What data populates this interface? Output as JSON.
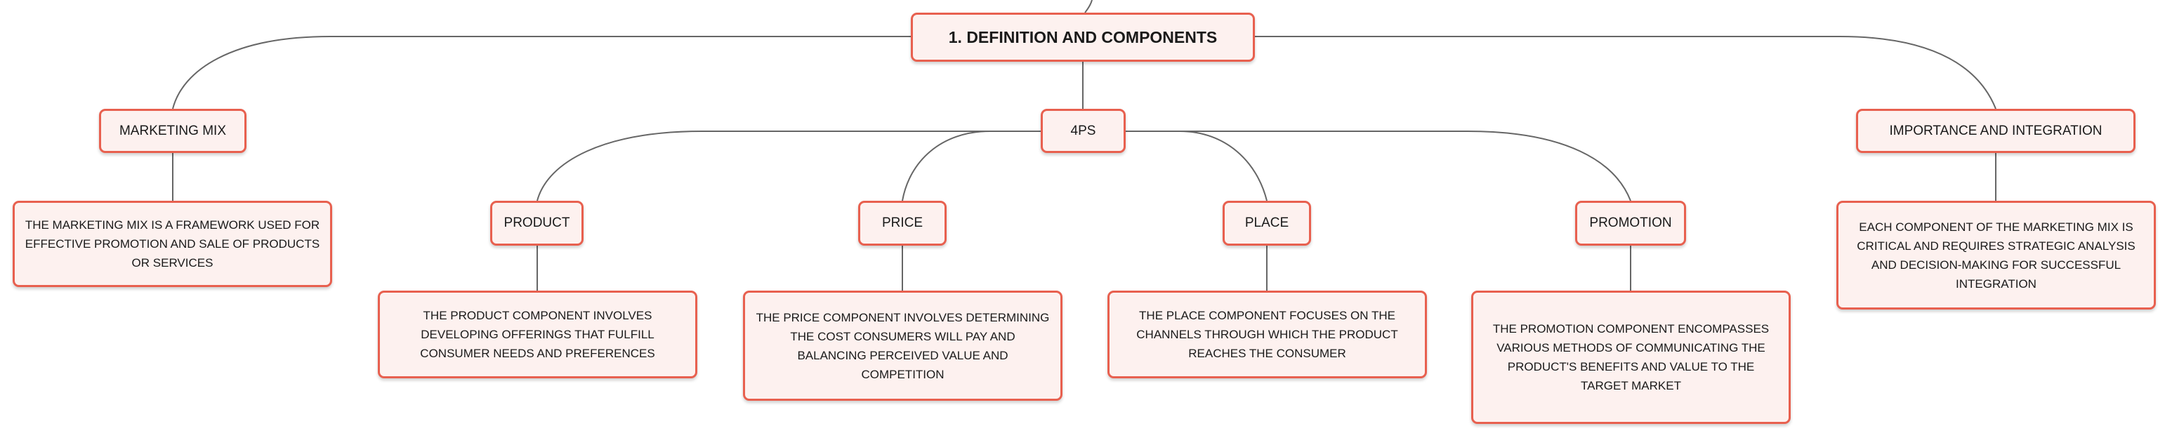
{
  "root": {
    "title": "1. DEFINITION AND COMPONENTS"
  },
  "branches": {
    "marketing_mix": {
      "label": "MARKETING MIX",
      "description": "THE MARKETING MIX IS A FRAMEWORK USED FOR EFFECTIVE PROMOTION AND SALE OF PRODUCTS OR SERVICES"
    },
    "four_ps": {
      "label": "4PS",
      "children": [
        {
          "label": "PRODUCT",
          "description": "THE PRODUCT COMPONENT INVOLVES DEVELOPING OFFERINGS THAT FULFILL CONSUMER NEEDS AND PREFERENCES"
        },
        {
          "label": "PRICE",
          "description": "THE PRICE COMPONENT INVOLVES DETERMINING THE COST CONSUMERS WILL PAY AND BALANCING PERCEIVED VALUE AND COMPETITION"
        },
        {
          "label": "PLACE",
          "description": "THE PLACE COMPONENT FOCUSES ON THE CHANNELS THROUGH WHICH THE PRODUCT REACHES THE CONSUMER"
        },
        {
          "label": "PROMOTION",
          "description": "THE PROMOTION COMPONENT ENCOMPASSES VARIOUS METHODS OF COMMUNICATING THE PRODUCT'S BENEFITS AND VALUE TO THE TARGET MARKET"
        }
      ]
    },
    "importance": {
      "label": "IMPORTANCE AND INTEGRATION",
      "description": "EACH COMPONENT OF THE MARKETING MIX IS CRITICAL AND REQUIRES STRATEGIC ANALYSIS AND DECISION-MAKING FOR SUCCESSFUL INTEGRATION"
    }
  },
  "colors": {
    "node_border": "#e8604f",
    "node_fill": "#fdf1ef",
    "connector": "#666666",
    "text": "#1a1a1a"
  }
}
